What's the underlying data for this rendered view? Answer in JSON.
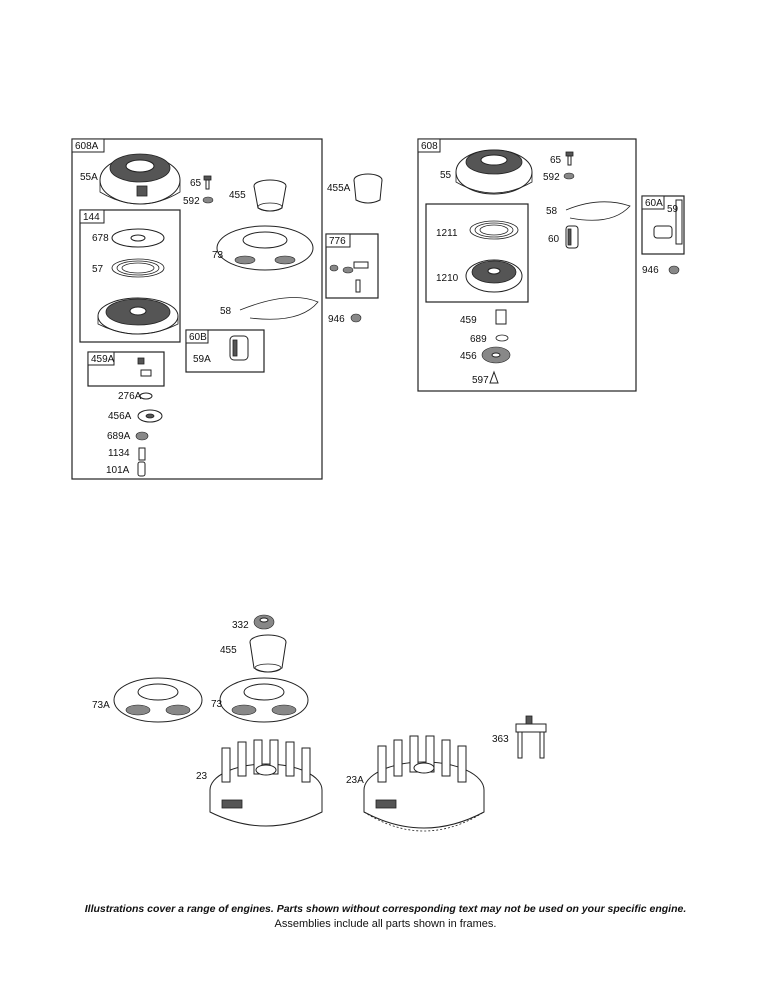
{
  "assemblies": {
    "a608A": "608A",
    "a608": "608",
    "a144": "144",
    "a459A": "459A",
    "a60B": "60B",
    "a776": "776",
    "a60A": "60A"
  },
  "labels": {
    "p55A": "55A",
    "p65a": "65",
    "p592a": "592",
    "p455a": "455",
    "p455A": "455A",
    "p678": "678",
    "p57": "57",
    "p73a": "73",
    "p58a": "58",
    "p59A": "59A",
    "p946a": "946",
    "p276A": "276A",
    "p456A": "456A",
    "p689A": "689A",
    "p1134": "1134",
    "p101A": "101A",
    "p55": "55",
    "p65b": "65",
    "p592b": "592",
    "p58b": "58",
    "p60": "60",
    "p59": "59",
    "p1211": "1211",
    "p1210": "1210",
    "p946b": "946",
    "p459": "459",
    "p689": "689",
    "p456": "456",
    "p597": "597",
    "p332": "332",
    "p455c": "455",
    "p73A": "73A",
    "p73c": "73",
    "p363": "363",
    "p23": "23",
    "p23A": "23A"
  },
  "footer": {
    "disclaimer": "Illustrations cover a range of engines. Parts shown without corresponding text may not be used on your specific engine.",
    "note": "Assemblies include all parts shown in frames."
  }
}
